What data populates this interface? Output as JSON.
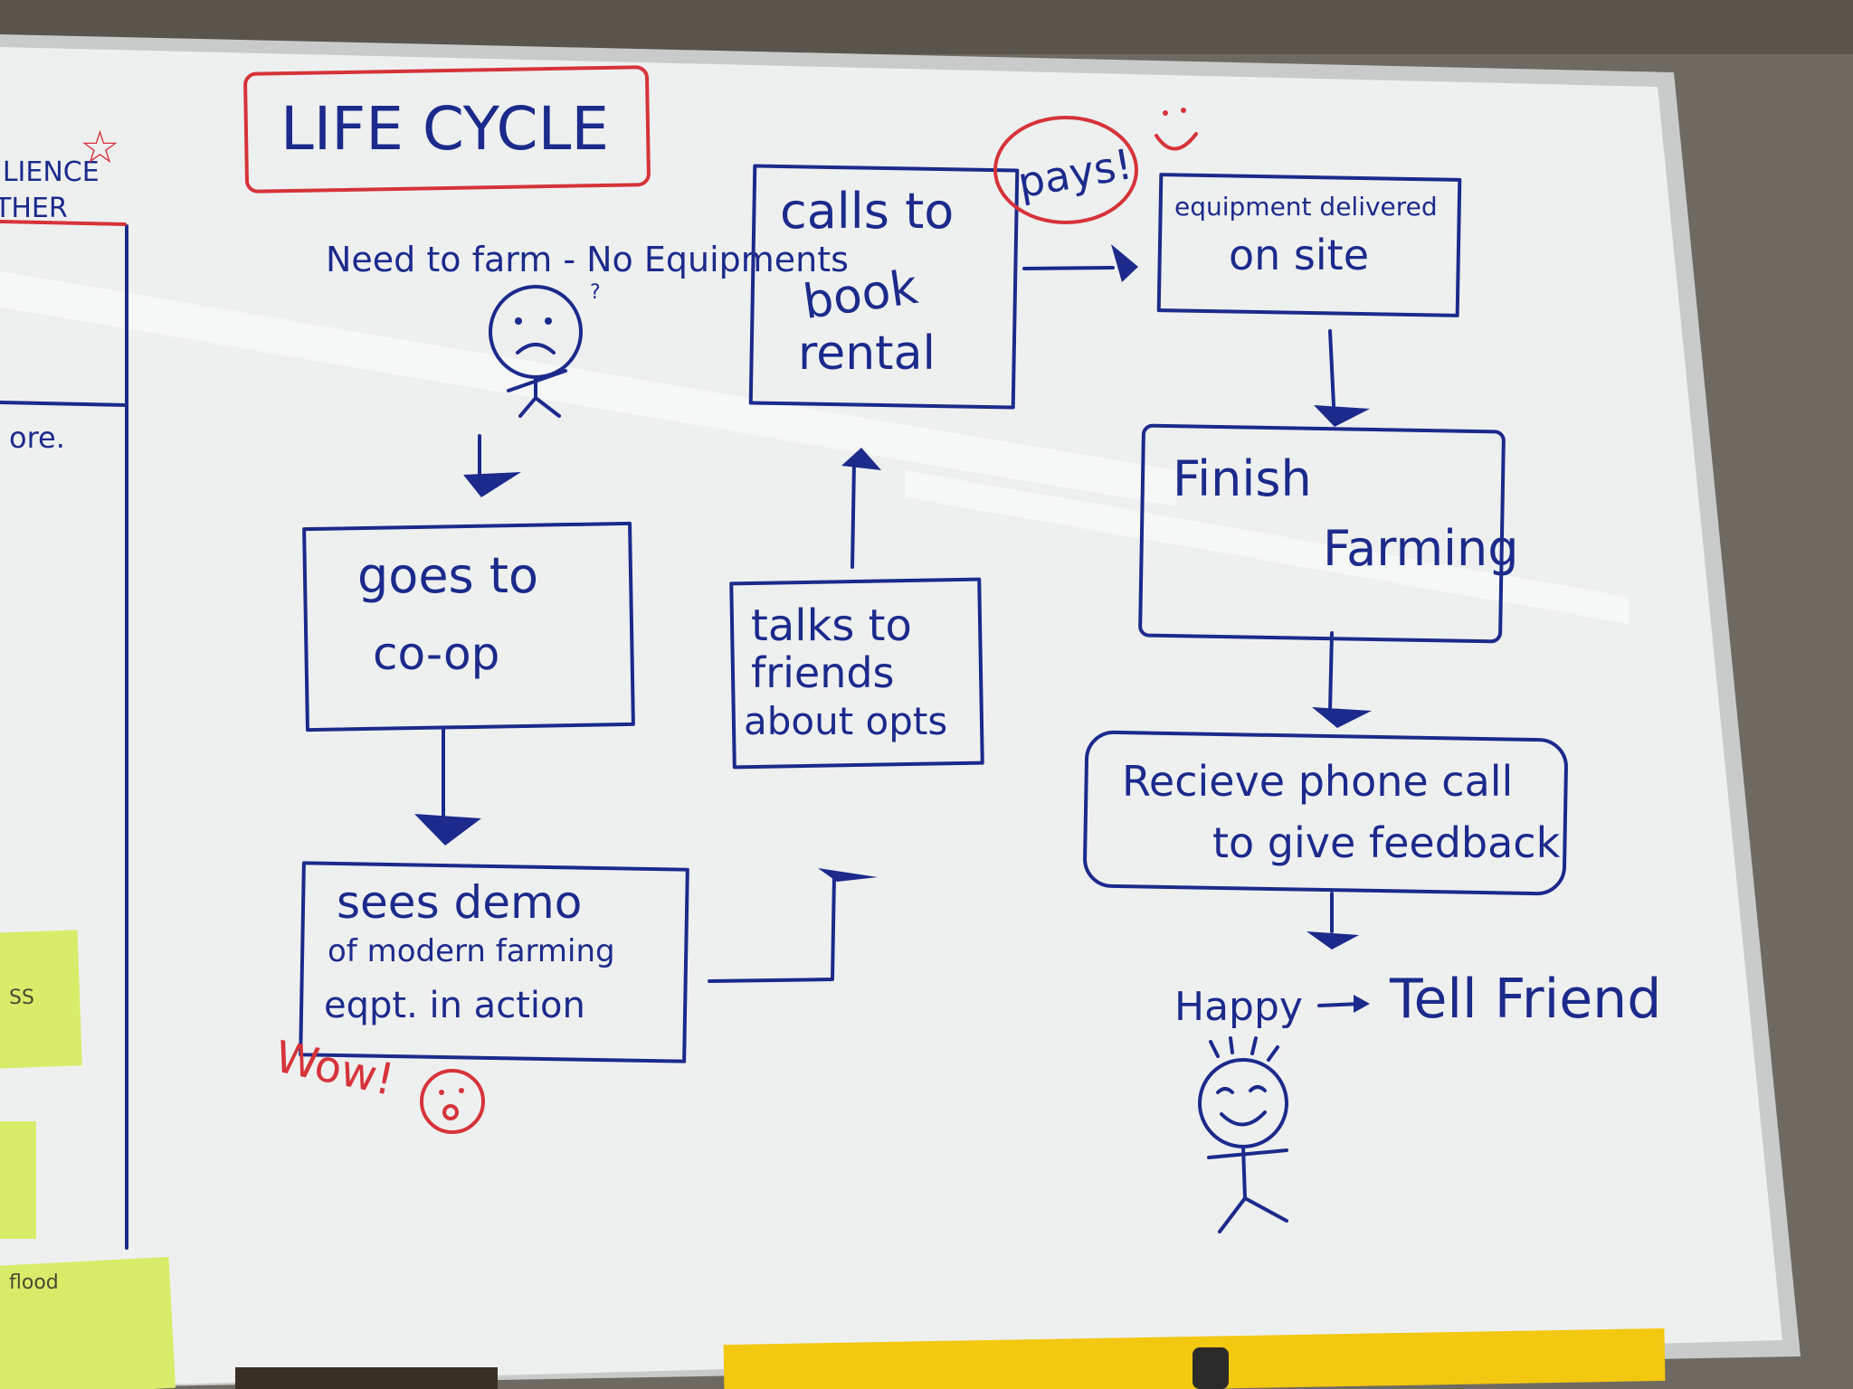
{
  "colors": {
    "board": "#eef0f0",
    "marker_blue": "#1c2a8c",
    "marker_red": "#d6333a",
    "sticky_note": "#d9ec6a",
    "frame": "#c9cbcb",
    "wall": "#6e6a62",
    "tray": "#f2c811"
  },
  "title": "LIFE CYCLE",
  "edge_text": {
    "left_fragment_1": "ILIENCE",
    "left_fragment_2": "THER",
    "left_fragment_3": "ore.",
    "sticky_fragment_1": "SS",
    "sticky_fragment_2": "flood"
  },
  "start": {
    "text": "Need to farm - No Equipments",
    "question_mark": "?",
    "figure_icon": "sad-stick-figure-icon"
  },
  "steps": {
    "goes_to_coop": [
      "goes to",
      "co-op"
    ],
    "sees_demo": [
      "sees demo",
      "of modern farming",
      "eqpt. in action"
    ],
    "talks_to_friends": [
      "talks to",
      "friends",
      "about opts"
    ],
    "calls_to_book": [
      "calls to",
      "book",
      "rental"
    ],
    "equipment_delivered": [
      "equipment delivered",
      "on site"
    ],
    "finish_farming": [
      "Finish",
      "Farming"
    ],
    "receive_call": [
      "Recieve phone call",
      "to give feedback"
    ]
  },
  "annotations": {
    "wow": "Wow!",
    "wow_face_icon": "surprised-face-icon",
    "pays": "pays!",
    "smile_icon": "smiley-icon"
  },
  "end": {
    "happy": "Happy",
    "arrow_icon": "arrow-right-icon",
    "tell_friend": "Tell Friend",
    "figure_icon": "happy-stick-figure-icon"
  }
}
